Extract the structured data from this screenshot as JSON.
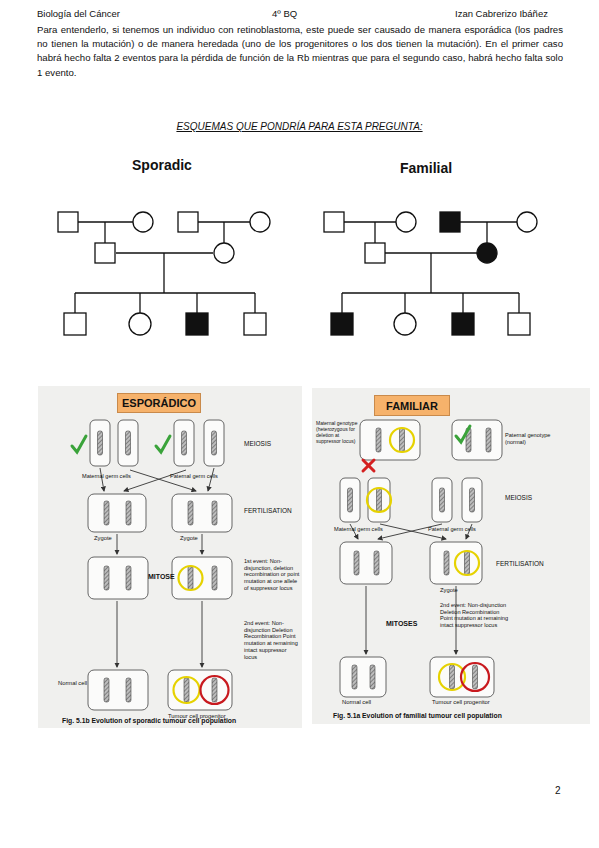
{
  "diagram": {
    "title": "ESQUEMAS QUE PONDRÍA PARA ESTA PREGUNTA:",
    "nodes": [
      {
        "text": [
          "ESPORÁDICO"
        ]
      },
      {
        "text": [
          "FAMILIAR"
        ]
      }
    ],
    "labels": [
      "Biología del Cáncer",
      "4º BQ",
      "Izan Cabrerizo Ibáñez",
      "Para entenderlo, si tenemos un individuo con retinoblastoma, este puede ser causado de manera esporádica (los padres no tienen la mutación) o de manera heredada (uno de los progenitores o los dos tienen la mutación). En el primer caso habrá hecho falta 2 eventos para la pérdida de función de la Rb mientras que para el segundo caso, habrá hecho falta solo 1 evento.",
      "Sporadic",
      "Familial",
      "MEIOSIS",
      "Maternal germ cells",
      "Paternal germ cells",
      "FERTILISATION",
      "Zygote",
      "Zygote",
      "MITOSE",
      "1st event: Non-disjunction, deletion recombination or point mutation at one allele of suppressor locus",
      "2nd event: Non-disjunction Deletion Recombination Point mutation at remaining intact suppressor locus",
      "Normal cell",
      "Tumour cell progenitor",
      "Fig. 5.1b Evolution of sporadic tumour cell population",
      "Maternal genotype (heterozygous for deletion at suppressor locus)",
      "Paternal genotype (normal)",
      "MEIOSIS",
      "Maternal germ cells",
      "Paternal germ cells",
      "FERTILISATION",
      "Zygote",
      "MITOSES",
      "2nd event: Non-disjunction Deletion Recombination Point mutation at remaining intact suppressor locus",
      "Normal cell",
      "Tumour cell progenitor",
      "Fig. 5.1a Evolution of familial tumour cell population",
      "2"
    ]
  }
}
